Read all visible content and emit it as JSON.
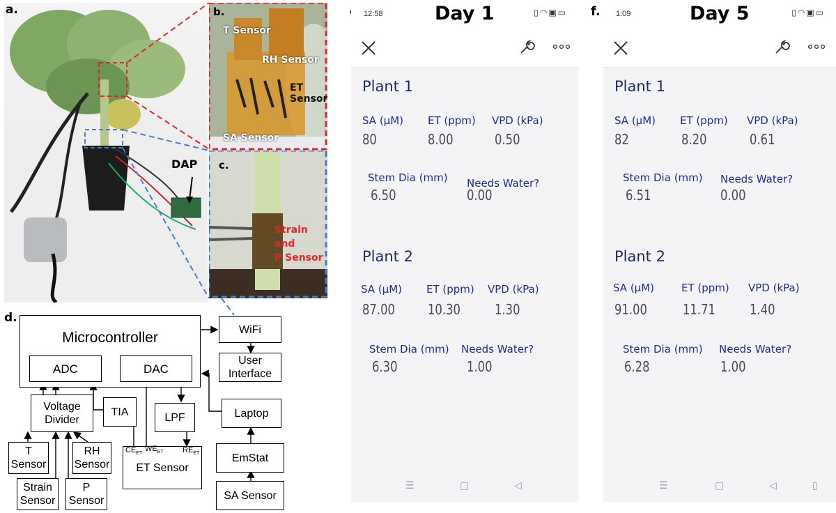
{
  "panels": {
    "a": "a.",
    "b": "b.",
    "c": "c.",
    "d": "d.",
    "e": "e.",
    "f": "f."
  },
  "photo_labels": {
    "dap": "DAP",
    "t_sensor": "T Sensor",
    "rh_sensor": "RH Sensor",
    "et_sensor": "ET Sensor",
    "sa_sensor": "SA Sensor",
    "strain_p_line1": "Strain and",
    "strain_p_line2": "P Sensor"
  },
  "block_diagram": {
    "microcontroller": "Microcontroller",
    "adc": "ADC",
    "dac": "DAC",
    "wifi": "WiFi",
    "user_interface_line1": "User",
    "user_interface_line2": "Interface",
    "voltage_divider_line1": "Voltage",
    "voltage_divider_line2": "Divider",
    "tia": "TIA",
    "lpf": "LPF",
    "laptop": "Laptop",
    "t_sensor_line1": "T",
    "t_sensor_line2": "Sensor",
    "rh_sensor_line1": "RH",
    "rh_sensor_line2": "Sensor",
    "strain_sensor_line1": "Strain",
    "strain_sensor_line2": "Sensor",
    "p_sensor_line1": "P",
    "p_sensor_line2": "Sensor",
    "et_sensor": "ET Sensor",
    "emstat": "EmStat",
    "sa_sensor": "SA Sensor",
    "ce": "CE",
    "we": "WE",
    "re": "RE",
    "et_sub": "ET"
  },
  "phones": [
    {
      "day_title": "Day 1",
      "time": "12:58",
      "plants": [
        {
          "title": "Plant 1",
          "sa_label": "SA (µM)",
          "sa_value": "80",
          "et_label": "ET (ppm)",
          "et_value": "8.00",
          "vpd_label": "VPD (kPa)",
          "vpd_value": "0.50",
          "stem_label": "Stem Dia (mm)",
          "stem_value": "6.50",
          "water_label": "Needs Water?",
          "water_value": "0.00"
        },
        {
          "title": "Plant 2",
          "sa_label": "SA (µM)",
          "sa_value": "87.00",
          "et_label": "ET (ppm)",
          "et_value": "10.30",
          "vpd_label": "VPD (kPa)",
          "vpd_value": "1.30",
          "stem_label": "Stem Dia (mm)",
          "stem_value": "6.30",
          "water_label": "Needs Water?",
          "water_value": "1.00"
        }
      ]
    },
    {
      "day_title": "Day 5",
      "time": "1:09",
      "plants": [
        {
          "title": "Plant 1",
          "sa_label": "SA (µM)",
          "sa_value": "82",
          "et_label": "ET (ppm)",
          "et_value": "8.20",
          "vpd_label": "VPD (kPa)",
          "vpd_value": "0.61",
          "stem_label": "Stem Dia (mm)",
          "stem_value": "6.51",
          "water_label": "Needs Water?",
          "water_value": "0.00"
        },
        {
          "title": "Plant 2",
          "sa_label": "SA (µM)",
          "sa_value": "91.00",
          "et_label": "ET (ppm)",
          "et_value": "11.71",
          "vpd_label": "VPD (kPa)",
          "vpd_value": "1.40",
          "stem_label": "Stem Dia (mm)",
          "stem_value": "6.28",
          "water_label": "Needs Water?",
          "water_value": "1.00"
        }
      ]
    }
  ],
  "icons": {
    "close": "close-icon",
    "settings": "wrench-icon",
    "more": "more-dots-icon",
    "nav_menu": "menu-icon",
    "nav_home": "home-icon",
    "nav_back": "back-icon"
  },
  "colors": {
    "red_box": "#e0262b",
    "blue_box": "#4a7bc8",
    "metric_label": "#1a2e98",
    "phone_bg": "#f4f4f6"
  }
}
